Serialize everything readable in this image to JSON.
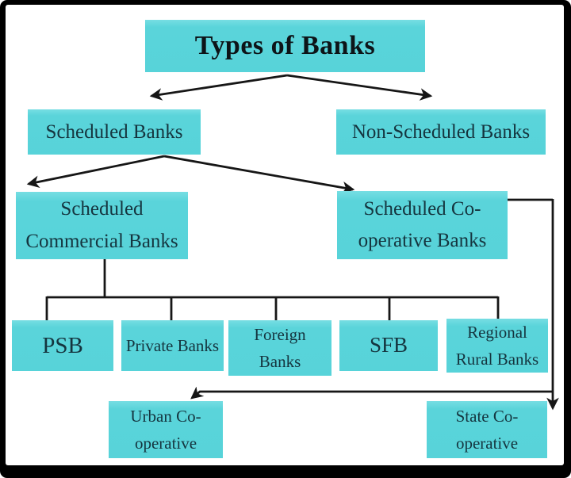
{
  "diagram": {
    "title": "Types of Banks",
    "nodes": {
      "title": {
        "label": "Types of Banks"
      },
      "scheduled": {
        "label": "Scheduled Banks"
      },
      "non_scheduled": {
        "label": "Non-Scheduled Banks"
      },
      "commercial": {
        "line1": "Scheduled",
        "line2": "Commercial Banks"
      },
      "cooperative": {
        "line1": "Scheduled Co-",
        "line2": "operative Banks"
      },
      "psb": {
        "label": "PSB"
      },
      "private": {
        "label": "Private Banks"
      },
      "foreign": {
        "line1": "Foreign",
        "line2": "Banks"
      },
      "sfb": {
        "label": "SFB"
      },
      "rrb": {
        "line1": "Regional",
        "line2": "Rural Banks"
      },
      "urban": {
        "line1": "Urban Co-",
        "line2": "operative"
      },
      "state": {
        "line1": "State Co-",
        "line2": "operative"
      }
    },
    "edges": [
      {
        "from": "title",
        "to": "scheduled"
      },
      {
        "from": "title",
        "to": "non_scheduled"
      },
      {
        "from": "scheduled",
        "to": "commercial"
      },
      {
        "from": "scheduled",
        "to": "cooperative"
      },
      {
        "from": "commercial",
        "to": "psb"
      },
      {
        "from": "commercial",
        "to": "private"
      },
      {
        "from": "commercial",
        "to": "foreign"
      },
      {
        "from": "commercial",
        "to": "sfb"
      },
      {
        "from": "commercial",
        "to": "rrb"
      },
      {
        "from": "cooperative",
        "to": "urban"
      },
      {
        "from": "cooperative",
        "to": "state"
      }
    ]
  },
  "colors": {
    "box_fill": "#5ad4da",
    "text": "#15353f",
    "title_text": "#0d1418",
    "line": "#161616",
    "background": "#ffffff",
    "frame": "#000000"
  }
}
